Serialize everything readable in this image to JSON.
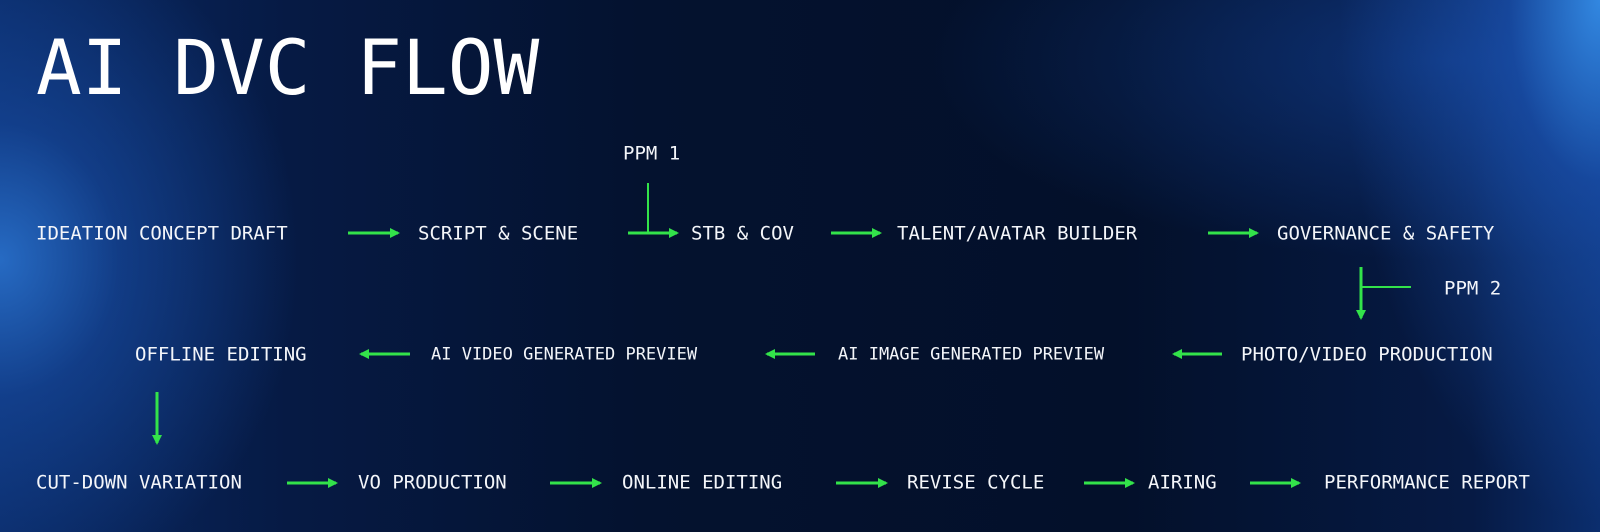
{
  "title": "AI DVC FLOW",
  "colors": {
    "background": "#04112b",
    "accent_blue": "#2f86dd",
    "arrow_green": "#33e34a",
    "text": "#ffffff"
  },
  "checkpoints": {
    "ppm1": "PPM 1",
    "ppm2": "PPM 2"
  },
  "rows": {
    "row1": [
      "IDEATION CONCEPT DRAFT",
      "SCRIPT & SCENE",
      "STB & COV",
      "TALENT/AVATAR BUILDER",
      "GOVERNANCE & SAFETY"
    ],
    "row2": [
      "PHOTO/VIDEO PRODUCTION",
      "AI IMAGE GENERATED PREVIEW",
      "AI VIDEO GENERATED PREVIEW",
      "OFFLINE EDITING"
    ],
    "row3": [
      "CUT-DOWN VARIATION",
      "VO PRODUCTION",
      "ONLINE EDITING",
      "REVISE CYCLE",
      "AIRING",
      "PERFORMANCE REPORT"
    ]
  }
}
